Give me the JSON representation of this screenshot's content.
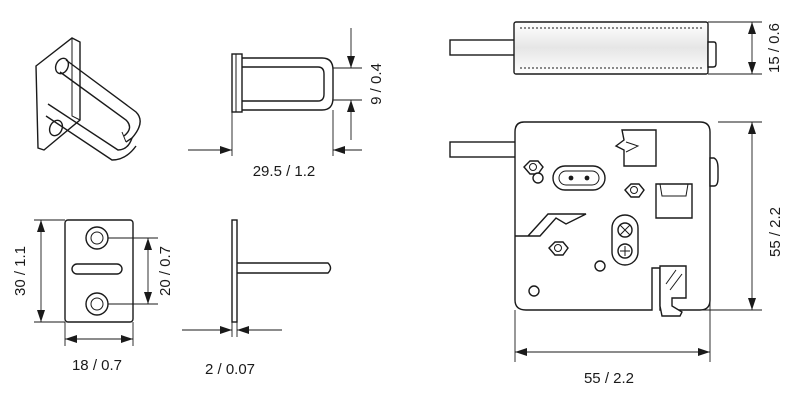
{
  "dimensions": {
    "holder_depth": "29.5 / 1.2",
    "holder_width": "9 / 0.4",
    "plate_height": "30 / 1.1",
    "hole_spacing": "20 / 0.7",
    "plate_width": "18 / 0.7",
    "plate_thickness": "2 / 0.07",
    "lock_thickness": "15 / 0.6",
    "lock_width": "55 / 2.2",
    "lock_height": "55 / 2.2"
  }
}
